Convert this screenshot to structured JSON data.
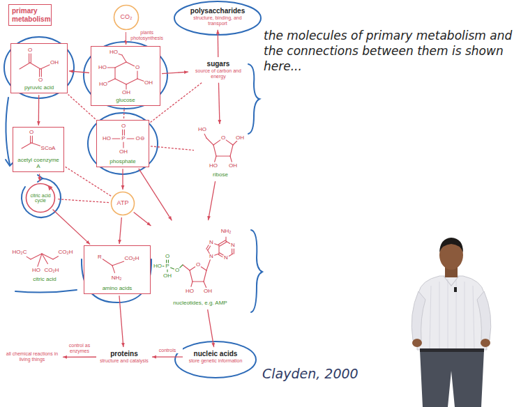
{
  "diagram": {
    "title": "primary metabolism",
    "nodes": [
      {
        "text": [
          "CO₂"
        ]
      },
      {
        "text": [
          "O",
          "O",
          "OH",
          "pyruvic acid"
        ]
      },
      {
        "text": [
          "HO",
          "HO",
          "HO",
          "O",
          "OH",
          "OH",
          "glucose"
        ]
      },
      {
        "text": [
          "polysaccharides",
          "structure, binding, and transport"
        ]
      },
      {
        "text": [
          "sugars",
          "source of carbon and energy"
        ]
      },
      {
        "text": [
          "O",
          "SCoA",
          "acetyl coenzyme A"
        ]
      },
      {
        "text": [
          "O",
          "HO",
          "P",
          "O⊖",
          "OH",
          "phosphate"
        ]
      },
      {
        "text": [
          "citric acid cycle"
        ]
      },
      {
        "text": [
          "ATP"
        ]
      },
      {
        "text": [
          "HO₂C",
          "CO₂H",
          "HO",
          "CO₂H",
          "citric acid"
        ]
      },
      {
        "text": [
          "R",
          "CO₂H",
          "NH₂",
          "amino acids"
        ]
      },
      {
        "text": [
          "HO",
          "O",
          "OH",
          "HO",
          "OH",
          "ribose"
        ]
      },
      {
        "text": [
          "NH₂",
          "N",
          "N",
          "N",
          "N",
          "O",
          "HO",
          "P",
          "OH",
          "O",
          "O",
          "HO",
          "OH",
          "nucleotides, e.g. AMP"
        ]
      },
      {
        "text": [
          "proteins",
          "structure and catalysis"
        ]
      },
      {
        "text": [
          "nucleic acids",
          "store genetic information"
        ]
      },
      {
        "text": [
          "all chemical reactions in living things"
        ]
      }
    ],
    "edges": [
      {
        "from": 0,
        "to": 2,
        "arrow": "to",
        "label": "plants photosynthesis"
      },
      {
        "from": 2,
        "to": 4,
        "arrow": "to"
      },
      {
        "from": 4,
        "to": 3,
        "arrow": "to"
      },
      {
        "from": 2,
        "to": 1,
        "arrow": "to"
      },
      {
        "from": 1,
        "to": 5,
        "arrow": "to"
      },
      {
        "from": 5,
        "to": 7,
        "arrow": "to"
      },
      {
        "from": 7,
        "to": 10,
        "arrow": "to"
      },
      {
        "from": 4,
        "to": 11,
        "arrow": "to"
      },
      {
        "from": 11,
        "to": 12,
        "arrow": "to"
      },
      {
        "from": 12,
        "to": 14,
        "arrow": "to"
      },
      {
        "from": 10,
        "to": 13,
        "arrow": "to"
      },
      {
        "from": 14,
        "to": 13,
        "arrow": "to",
        "label": "controls"
      },
      {
        "from": 13,
        "to": 15,
        "arrow": "to",
        "label": "control as enzymes"
      },
      {
        "from": 6,
        "to": 8,
        "arrow": "to"
      },
      {
        "from": 8,
        "to": 12,
        "arrow": "to"
      },
      {
        "from": 6,
        "to": 12,
        "arrow": "to"
      },
      {
        "from": 6,
        "to": 2,
        "arrow": "none"
      },
      {
        "from": 6,
        "to": 1,
        "arrow": "none"
      },
      {
        "from": 6,
        "to": 4,
        "arrow": "none"
      },
      {
        "from": 8,
        "to": 7,
        "arrow": "none"
      },
      {
        "from": 8,
        "to": 5,
        "arrow": "none"
      },
      {
        "from": 8,
        "to": 10,
        "arrow": "to"
      },
      {
        "from": 6,
        "to": 11,
        "arrow": "none"
      }
    ],
    "labels": [
      "the molecules of primary metabolism and the connections between them is shown here...",
      "Clayden, 2000"
    ]
  }
}
